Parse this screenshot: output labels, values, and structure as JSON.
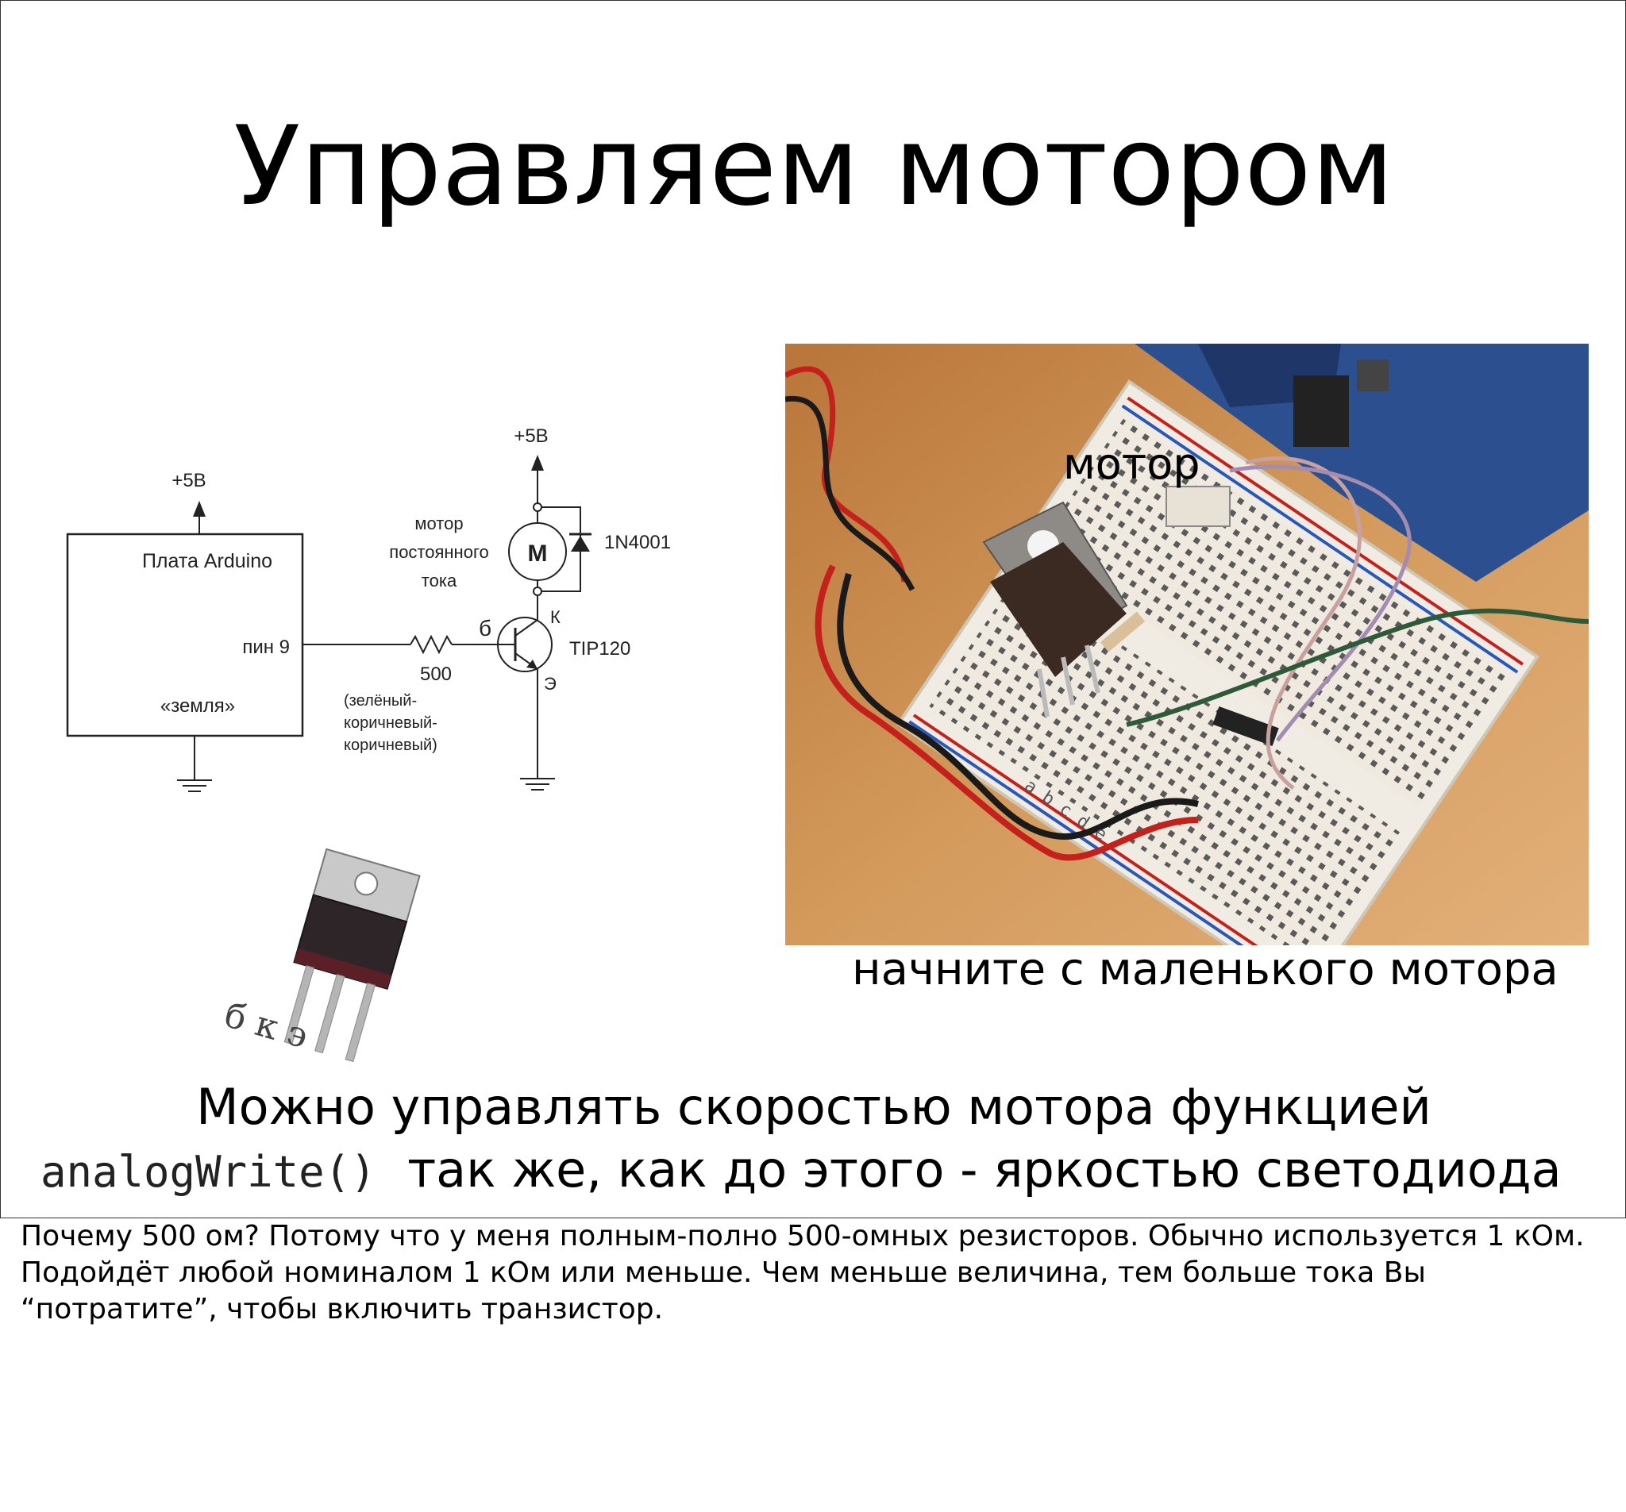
{
  "slide": {
    "title": "Управляем мотором",
    "schematic": {
      "vcc_left": "+5B",
      "vcc_right": "+5B",
      "board_label": "Плата Arduino",
      "pin_label": "пин 9",
      "ground_label": "«земля»",
      "resistor_value": "500",
      "resistor_colors": [
        "(зелёный-",
        "коричневый-",
        "коричневый)"
      ],
      "motor_caption": [
        "мотор",
        "постоянного",
        "тока"
      ],
      "motor_symbol": "M",
      "diode_label": "1N4001",
      "transistor_label": "TIP120",
      "base_label": "б",
      "collector_label": "К",
      "emitter_label": "Э"
    },
    "transistor_pin_labels": "б к э",
    "photo": {
      "motor_label": "мотор",
      "breadboard_rows": "a b c d e"
    },
    "photo_caption": "начните с маленького мотора",
    "body_line1": "Можно управлять скоростью мотора функцией",
    "body_code": "analogWrite()",
    "body_line2_rest": "так же, как до этого -  яркостью светодиода"
  },
  "notes": [
    "Почему 500 ом? Потому что у меня полным-полно 500-омных резисторов. Обычно используется 1 кОм.",
    "Подойдёт любой номиналом 1 кОм или меньше. Чем меньше величина, тем больше тока Вы",
    "“потратите”, чтобы включить транзистор."
  ],
  "colors": {
    "wire_red": "#c4201c",
    "wire_black": "#1a1a1a",
    "board_blue": "#2c4f8f",
    "table_wood": "#c98a4a"
  }
}
